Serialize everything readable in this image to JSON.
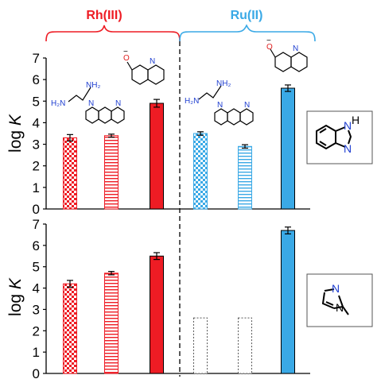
{
  "colors": {
    "rh": "#ee1c24",
    "ru": "#3aa9e6",
    "atom_n": "#1f3fd1",
    "atom_o": "#e02020"
  },
  "groups": {
    "rh_label": "Rh(III)",
    "ru_label": "Ru(II)"
  },
  "ligands": {
    "en_h2n": "H₂N",
    "en_nh2": "NH₂",
    "n": "N",
    "o": "O",
    "minus": "−",
    "h": "H"
  },
  "chart_data": [
    {
      "type": "bar",
      "panel": "top",
      "ylabel_main": "log ",
      "ylabel_italic": "K",
      "ylim": [
        0,
        7
      ],
      "yticks": [
        "0",
        "1",
        "2",
        "3",
        "4",
        "5",
        "6",
        "7"
      ],
      "series": [
        {
          "group": "Rh(III)",
          "pattern": "checker",
          "color": "#ee1c24",
          "value": 3.3,
          "error": 0.15
        },
        {
          "group": "Rh(III)",
          "pattern": "hstripe",
          "color": "#ee1c24",
          "value": 3.4,
          "error": 0.07
        },
        {
          "group": "Rh(III)",
          "pattern": "solid",
          "color": "#ee1c24",
          "value": 4.9,
          "error": 0.18
        },
        {
          "group": "Ru(II)",
          "pattern": "checker",
          "color": "#3aa9e6",
          "value": 3.5,
          "error": 0.08
        },
        {
          "group": "Ru(II)",
          "pattern": "hstripe",
          "color": "#3aa9e6",
          "value": 2.9,
          "error": 0.08
        },
        {
          "group": "Ru(II)",
          "pattern": "solid",
          "color": "#3aa9e6",
          "value": 5.6,
          "error": 0.15
        }
      ],
      "inset_molecule": "benzimidazole"
    },
    {
      "type": "bar",
      "panel": "bottom",
      "ylabel_main": "log ",
      "ylabel_italic": "K",
      "ylim": [
        0,
        7
      ],
      "yticks": [
        "0",
        "1",
        "2",
        "3",
        "4",
        "5",
        "6",
        "7"
      ],
      "series": [
        {
          "group": "Rh(III)",
          "pattern": "checker",
          "color": "#ee1c24",
          "value": 4.2,
          "error": 0.16
        },
        {
          "group": "Rh(III)",
          "pattern": "hstripe",
          "color": "#ee1c24",
          "value": 4.7,
          "error": 0.08
        },
        {
          "group": "Rh(III)",
          "pattern": "solid",
          "color": "#ee1c24",
          "value": 5.5,
          "error": 0.16
        },
        {
          "group": "Ru(II)",
          "pattern": "dotted-empty",
          "color": "#555555",
          "value": 2.6,
          "error": 0
        },
        {
          "group": "Ru(II)",
          "pattern": "dotted-empty",
          "color": "#555555",
          "value": 2.6,
          "error": 0
        },
        {
          "group": "Ru(II)",
          "pattern": "solid",
          "color": "#3aa9e6",
          "value": 6.7,
          "error": 0.16
        }
      ],
      "inset_molecule": "1-methylimidazole"
    }
  ]
}
